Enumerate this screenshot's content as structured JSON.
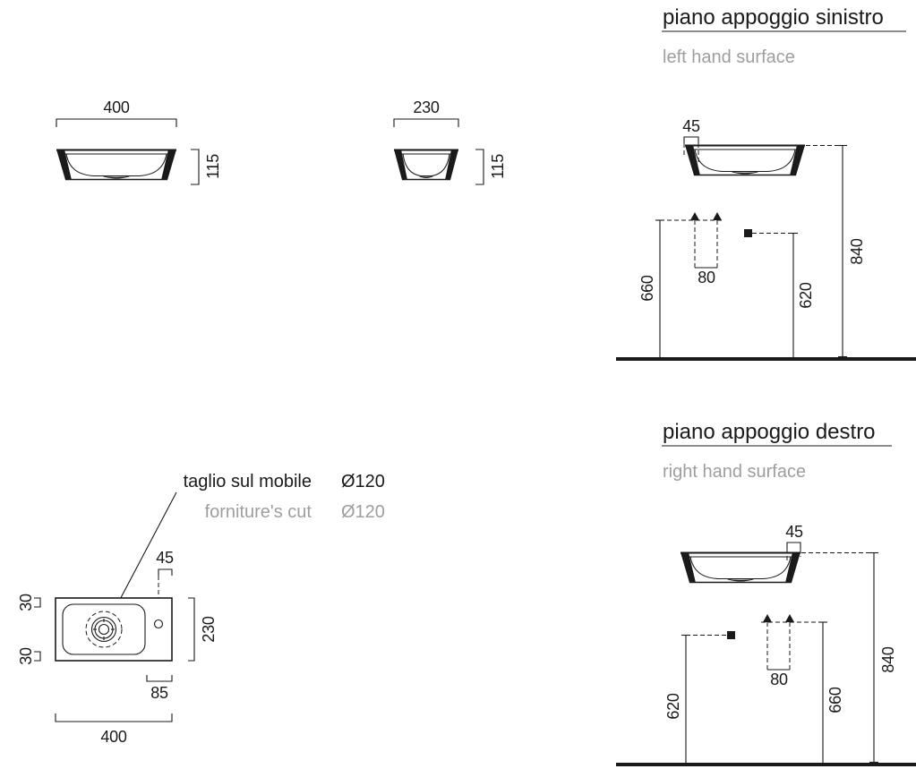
{
  "colors": {
    "ink": "#1a1a1a",
    "muted": "#9e9e9e",
    "background": "#ffffff"
  },
  "front_view": {
    "width": "400",
    "height": "115"
  },
  "side_view": {
    "width": "230",
    "height": "115"
  },
  "plan_view": {
    "cut_label_it": "taglio sul mobile",
    "cut_label_en": "forniture's cut",
    "cut_diameter_it": "Ø120",
    "cut_diameter_en": "Ø120",
    "tap_offset": "45",
    "rim_top": "30",
    "rim_bottom": "30",
    "depth": "230",
    "tap_from_edge": "85",
    "width": "400"
  },
  "left_surface": {
    "title": "piano appoggio sinistro",
    "subtitle": "left hand surface",
    "tap_offset": "45",
    "rim_height": "840",
    "supply_height": "660",
    "supply_spacing": "80",
    "drain_height": "620"
  },
  "right_surface": {
    "title": "piano appoggio destro",
    "subtitle": "right hand surface",
    "tap_offset": "45",
    "rim_height": "840",
    "supply_height": "660",
    "supply_spacing": "80",
    "drain_height": "620"
  }
}
